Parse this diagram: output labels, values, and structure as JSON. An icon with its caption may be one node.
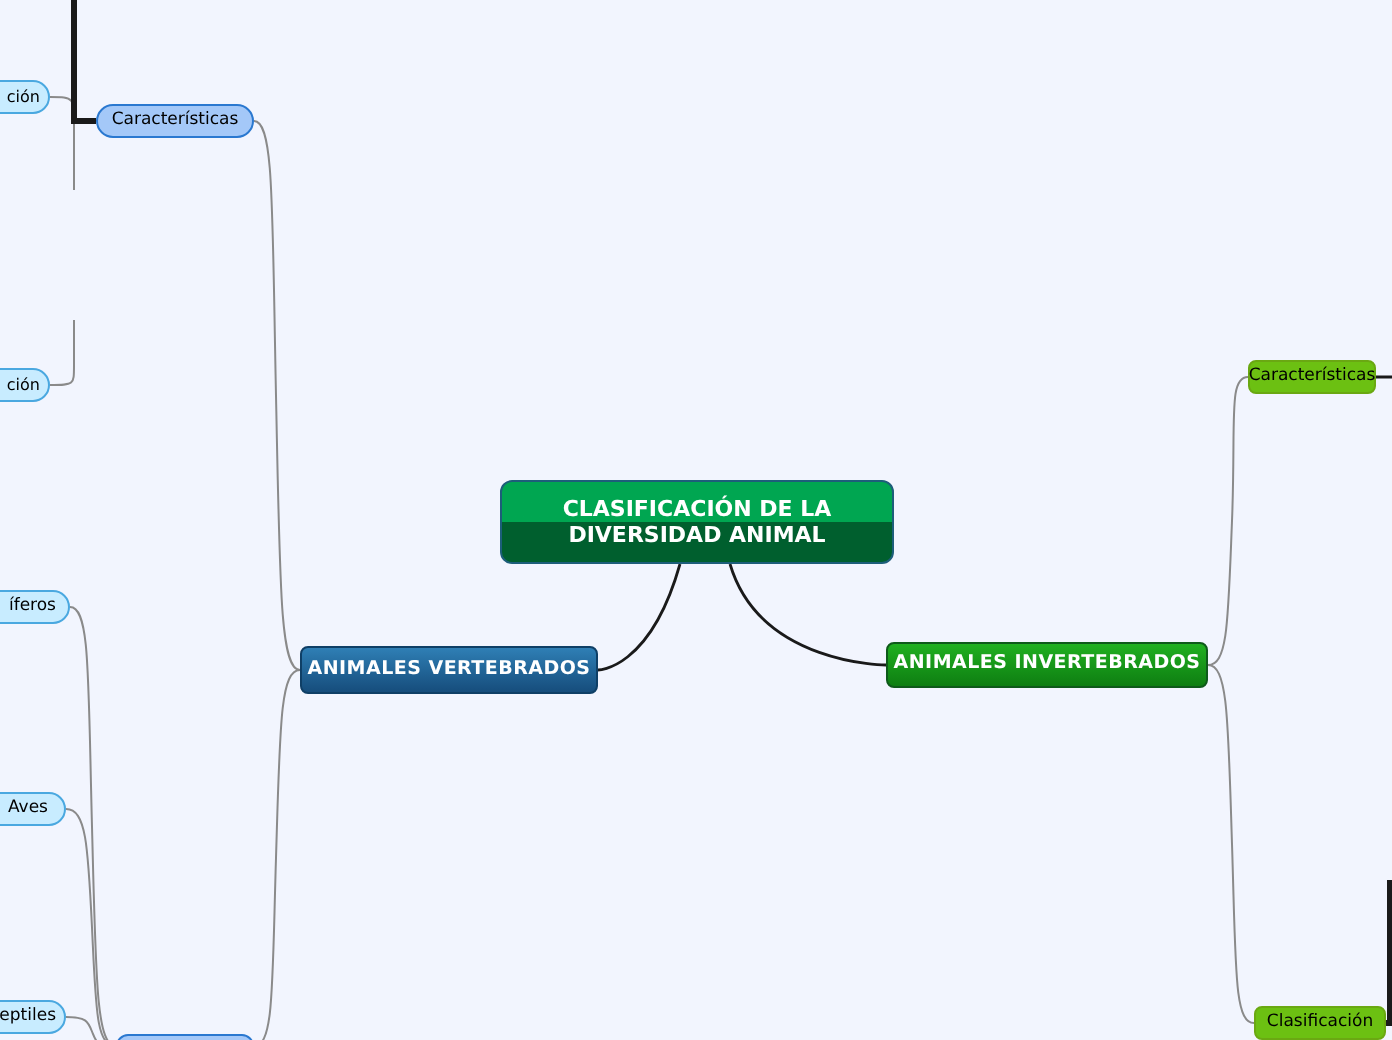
{
  "diagram": {
    "nodes": [
      {
        "text": [
          "CLASIFICACIÓN DE LA DIVERSIDAD   ANIMAL"
        ]
      },
      {
        "text": [
          "ANIMALES VERTEBRADOS"
        ]
      },
      {
        "text": [
          "ANIMALES INVERTEBRADOS"
        ]
      },
      {
        "text": [
          "Características"
        ]
      },
      {
        "text": [
          "ción"
        ]
      },
      {
        "text": [
          "ción"
        ]
      },
      {
        "text": [
          "íferos"
        ]
      },
      {
        "text": [
          "Aves"
        ]
      },
      {
        "text": [
          "eptiles"
        ]
      },
      {
        "text": [],
        "shape": "box"
      },
      {
        "text": [
          "Características"
        ]
      },
      {
        "text": [
          "Clasificación"
        ]
      }
    ],
    "edges": [
      {
        "from": 0,
        "to": 1,
        "arrow": "none",
        "color": "#1a1a1a"
      },
      {
        "from": 0,
        "to": 2,
        "arrow": "none",
        "color": "#1a1a1a"
      },
      {
        "from": 1,
        "to": 3,
        "arrow": "none"
      },
      {
        "from": 1,
        "to": 9,
        "arrow": "none"
      },
      {
        "from": 9,
        "to": 6,
        "arrow": "none"
      },
      {
        "from": 9,
        "to": 7,
        "arrow": "none"
      },
      {
        "from": 9,
        "to": 8,
        "arrow": "none"
      },
      {
        "from": 4,
        "to": null,
        "arrow": "none"
      },
      {
        "from": 5,
        "to": null,
        "arrow": "none"
      },
      {
        "from": 3,
        "to": null,
        "arrow": "none",
        "style": "thick",
        "color": "#1a1a1a"
      },
      {
        "from": 2,
        "to": 10,
        "arrow": "none"
      },
      {
        "from": 2,
        "to": 11,
        "arrow": "none"
      },
      {
        "from": 10,
        "to": null,
        "arrow": "none",
        "color": "#1a1a1a"
      },
      {
        "from": 11,
        "to": null,
        "arrow": "none",
        "style": "thick",
        "color": "#1a1a1a"
      }
    ]
  }
}
